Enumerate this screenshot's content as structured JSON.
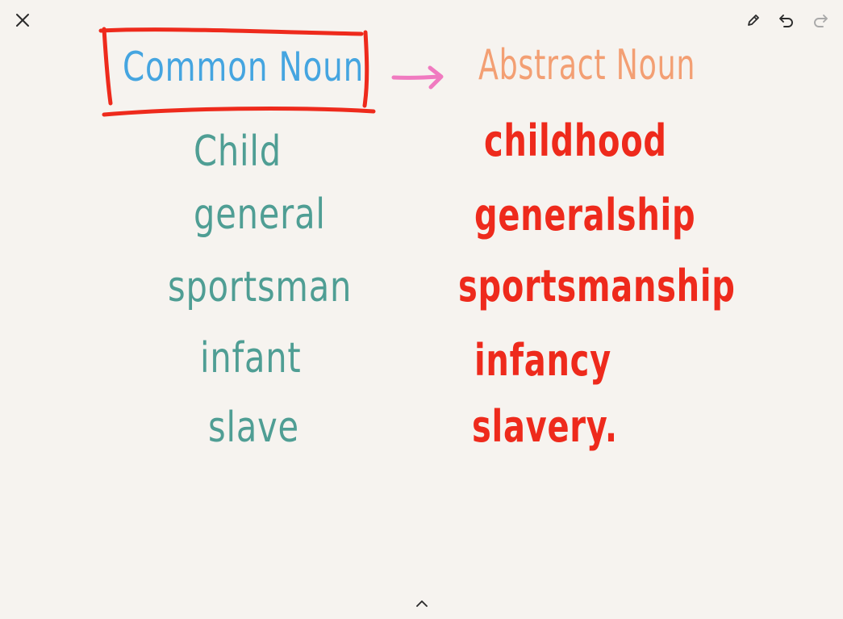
{
  "toolbar": {
    "close_icon": "close-icon",
    "pen_icon": "pencil-icon",
    "undo_icon": "undo-icon",
    "redo_icon": "redo-icon",
    "expand_icon": "chevron-up-icon"
  },
  "headings": {
    "left": "Common Noun",
    "right": "Abstract Noun"
  },
  "common_nouns": [
    "Child",
    "general",
    "sportsman",
    "infant",
    "slave"
  ],
  "abstract_nouns": [
    "childhood",
    "generalship",
    "sportsmanship",
    "infancy",
    "slavery."
  ],
  "colors": {
    "background": "#f6f3ef",
    "box": "#ee2a1c",
    "heading_left": "#45a5e0",
    "heading_right": "#f39f73",
    "arrow": "#f07ac0",
    "left_words": "#4f9e94",
    "right_words": "#ee2a1c",
    "toolbar_icons": "#2b2b2b",
    "redo_disabled": "#a9a9a9"
  }
}
